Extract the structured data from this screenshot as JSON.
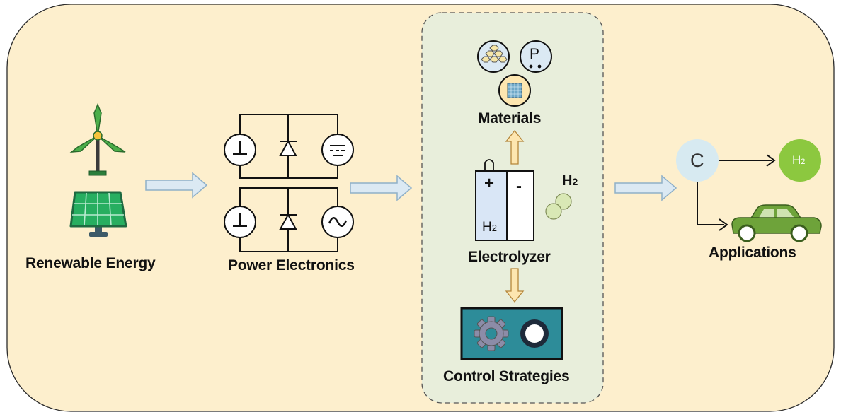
{
  "diagram": {
    "stages": {
      "renewable": {
        "label": "Renewable Energy",
        "icons": [
          "wind-turbine-icon",
          "solar-panel-icon"
        ]
      },
      "power": {
        "label": "Power Electronics",
        "icons": [
          "dc-source-icon",
          "diode-icon",
          "dc-output-icon",
          "ac-source-icon"
        ]
      },
      "materials": {
        "label": "Materials",
        "p_symbol": "P",
        "icons": [
          "honeycomb-icon",
          "phosphorus-icon",
          "grid-material-icon"
        ]
      },
      "electrolyzer": {
        "label": "Electrolyzer",
        "plus": "+",
        "minus": "-",
        "h2_inner": "H",
        "h2_inner_sub": "2",
        "h2_out": "H",
        "h2_out_sub": "2"
      },
      "control": {
        "label": "Control Strategies",
        "icons": [
          "gear-icon",
          "knob-icon"
        ]
      },
      "applications": {
        "label": "Applications",
        "carbon": "C",
        "h2": "H",
        "h2_sub": "2",
        "icons": [
          "car-icon"
        ]
      }
    },
    "colors": {
      "background": "#fdefcd",
      "dashed_panel": "#e8eedb",
      "flow_arrow_fill": "#dbe9f3",
      "vertical_arrow_fill": "#fde6b0",
      "turbine_green": "#4cae4a",
      "solar_green": "#27ae60",
      "control_panel": "#2d8c99",
      "gear": "#8c8ca8",
      "h2_green": "#8cc83f",
      "car_green": "#6ea33a",
      "carbon_circle": "#d7eaf1"
    }
  }
}
